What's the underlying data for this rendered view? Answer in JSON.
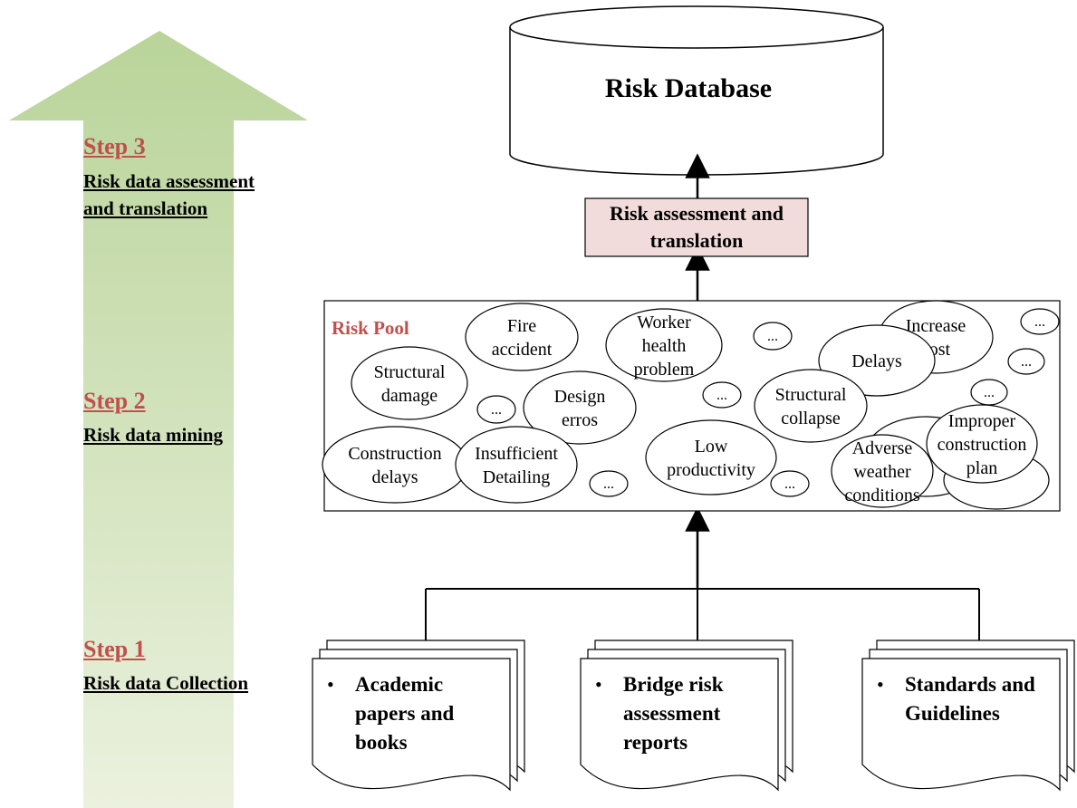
{
  "database": {
    "label": "Risk Database"
  },
  "process": {
    "line1": "Risk assessment and",
    "line2": "translation",
    "fill": "#f2dcdb"
  },
  "pool": {
    "label": "Risk Pool",
    "label_color": "#c0504d",
    "risks": [
      {
        "lines": [
          "Fire",
          "accident"
        ]
      },
      {
        "lines": [
          "Worker",
          "health",
          "problem"
        ]
      },
      {
        "lines": [
          "Increase",
          "cost"
        ]
      },
      {
        "lines": [
          "Delays"
        ]
      },
      {
        "lines": [
          "Structural",
          "damage"
        ]
      },
      {
        "lines": [
          "Design",
          "erros"
        ]
      },
      {
        "lines": [
          "Structural",
          "collapse"
        ]
      },
      {
        "lines": [
          "Construction",
          "delays"
        ]
      },
      {
        "lines": [
          "Insufficient",
          "Detailing"
        ]
      },
      {
        "lines": [
          "Low",
          "productivity"
        ]
      },
      {
        "lines": [
          "Adverse",
          "weather",
          "conditions"
        ]
      },
      {
        "lines": [
          "Improper",
          "construction",
          "plan"
        ]
      }
    ],
    "ellipsis": "..."
  },
  "sources": [
    {
      "lines": [
        "Academic",
        "papers and",
        "books"
      ]
    },
    {
      "lines": [
        "Bridge risk",
        "assessment",
        "reports"
      ]
    },
    {
      "lines": [
        "Standards and",
        "Guidelines"
      ]
    }
  ],
  "bullet": "•",
  "steps": [
    {
      "title": "Step 3",
      "desc_lines": [
        "Risk data assessment",
        "and translation"
      ]
    },
    {
      "title": "Step 2",
      "desc_lines": [
        "Risk data mining"
      ]
    },
    {
      "title": "Step 1",
      "desc_lines": [
        "Risk data Collection"
      ]
    }
  ],
  "colors": {
    "arrow_top": "#b9d49a",
    "arrow_bottom": "#ebf1de",
    "step_title": "#c0504d"
  }
}
